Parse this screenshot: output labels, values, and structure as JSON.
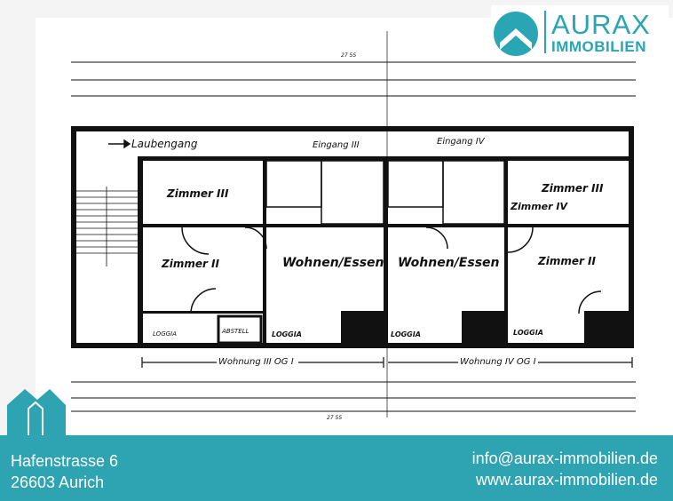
{
  "brand": {
    "name_top": "AURAX",
    "name_bottom": "IMMOBILIEN",
    "color": "#2ea3b1"
  },
  "footer": {
    "address_line1": "Hafenstrasse 6",
    "address_line2": "26603 Aurich",
    "email": "info@aurax-immobilien.de",
    "website": "www.aurax-immobilien.de"
  },
  "floorplan": {
    "laubengang": "Laubengang",
    "entrance_3": "Eingang III",
    "entrance_4": "Eingang IV",
    "rooms": {
      "zimmer3_left": "Zimmer III",
      "zimmer2_left": "Zimmer II",
      "wohnen_left": "Wohnen/Essen",
      "wohnen_right": "Wohnen/Essen",
      "zimmer3_right": "Zimmer III",
      "zimmer4_right": "Zimmer IV",
      "zimmer2_right": "Zimmer II",
      "loggia_1": "LOGGIA",
      "loggia_2": "LOGGIA",
      "loggia_3": "LOGGIA",
      "loggia_4": "LOGGIA",
      "abstell": "ABSTELL"
    },
    "unit_3": "Wohnung III OG I",
    "unit_4": "Wohnung IV OG I",
    "total_dim_top": "27 55",
    "total_dim_bottom": "27 55"
  }
}
